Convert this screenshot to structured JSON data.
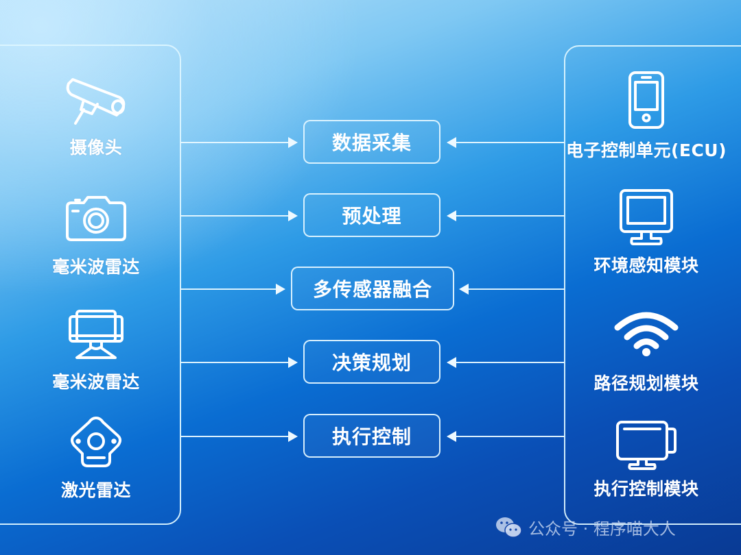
{
  "colors": {
    "bg_top_left": "#bfe5fb",
    "bg_mid": "#2e9be6",
    "bg_bottom_right": "#093a94",
    "line": "#e6f8ff",
    "text": "#ffffff"
  },
  "left_panel": {
    "items": [
      {
        "label": "摄像头",
        "icon": "security-camera-icon"
      },
      {
        "label": "毫米波雷达",
        "icon": "camera-icon"
      },
      {
        "label": "毫米波雷达",
        "icon": "monitor-icon"
      },
      {
        "label": "激光雷达",
        "icon": "lidar-sensor-icon"
      }
    ]
  },
  "stages": [
    {
      "label": "数据采集"
    },
    {
      "label": "预处理"
    },
    {
      "label": "多传感器融合"
    },
    {
      "label": "决策规划"
    },
    {
      "label": "执行控制"
    }
  ],
  "right_panel": {
    "items": [
      {
        "label": "电子控制单元(ECU)",
        "icon": "smartphone-icon"
      },
      {
        "label": "环境感知模块",
        "icon": "monitor-icon"
      },
      {
        "label": "路径规划模块",
        "icon": "wifi-icon"
      },
      {
        "label": "执行控制模块",
        "icon": "display-icon"
      }
    ]
  },
  "watermark": {
    "icon": "wechat-icon",
    "text": "公众号 · 程序喵大人"
  }
}
